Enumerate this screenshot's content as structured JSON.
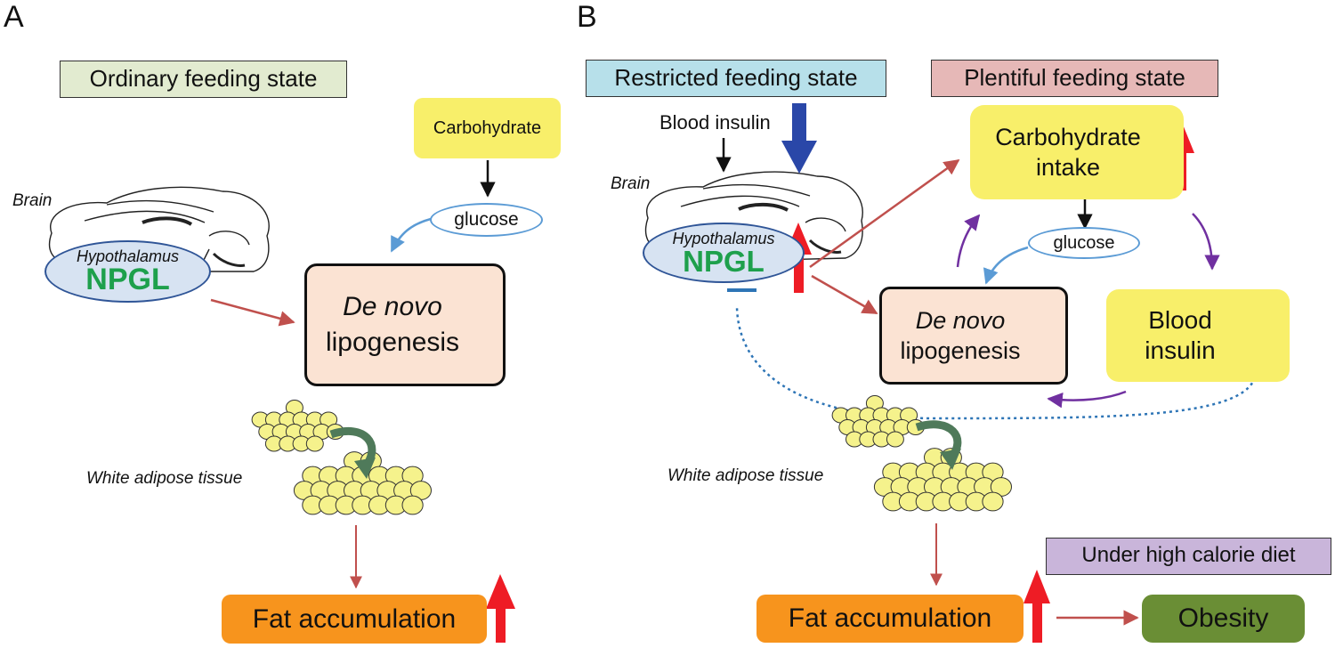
{
  "panels": {
    "A": {
      "letter": "A",
      "state": "Ordinary feeding state",
      "carbohydrate": "Carbohydrate",
      "glucose": "glucose",
      "brain": "Brain",
      "hypothalamus": "Hypothalamus",
      "npgl": "NPGL",
      "lipogenesis_italic": "De novo",
      "lipogenesis": "lipogenesis",
      "white_adipose": "White adipose tissue",
      "fat": "Fat accumulation"
    },
    "B": {
      "letter": "B",
      "restricted_state": "Restricted feeding state",
      "plentiful_state": "Plentiful feeding state",
      "blood_insulin_input": "Blood insulin",
      "brain": "Brain",
      "hypothalamus": "Hypothalamus",
      "npgl": "NPGL",
      "carb_line1": "Carbohydrate",
      "carb_line2": "intake",
      "glucose": "glucose",
      "lipogenesis_italic": "De novo",
      "lipogenesis": "lipogenesis",
      "blood_insulin_line1": "Blood",
      "blood_insulin_line2": "insulin",
      "white_adipose": "White adipose tissue",
      "high_cal": "Under high calorie diet",
      "fat": "Fat accumulation",
      "obesity": "Obesity"
    }
  },
  "colors": {
    "ordinary_bg": "#e2ebd0",
    "restricted_bg": "#b7e0ea",
    "plentiful_bg": "#e6b8b7",
    "high_cal_bg": "#c9b5da",
    "yellow": "#f8ef6a",
    "lipogenesis_bg": "#fbe3d3",
    "hypothalamus_fill": "#d7e3f2",
    "hypothalamus_stroke": "#2f5597",
    "npgl_green": "#1ea04c",
    "fat_orange": "#f7941d",
    "obesity_green": "#6a8e35",
    "up_arrow_red": "#ee1c25",
    "down_arrow_blue": "#2a47a8",
    "link_red": "#c0504d",
    "glucose_blue": "#5b9bd5",
    "loop_purple": "#7030a0",
    "adipose_fill": "#f5f28c"
  }
}
